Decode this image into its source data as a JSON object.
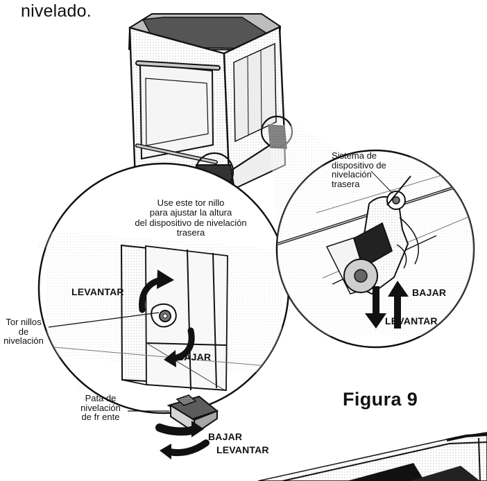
{
  "page": {
    "intro_text": "nivelado."
  },
  "diagram": {
    "figure_caption": "Figura 9",
    "rear_note": "Sistema de\ndispositivo de\nnivelación\ntrasera",
    "screw_note": "Use este tor  nillo\npara ajustar la altura\ndel dispositivo de nivelación\ntrasera",
    "screws_label": "Tor nillos de\nnivelación",
    "front_leg_label": "Pata de\nnivelación\nde fr ente",
    "labels": {
      "lift": "LEVANTAR",
      "lower": "BAJAR"
    },
    "icons": [
      "curved-arrow-up-icon",
      "curved-arrow-down-icon",
      "up-arrow-icon",
      "down-arrow-icon",
      "rotate-arrow-icon"
    ]
  },
  "colors": {
    "line": "#111111",
    "shade": "#cfcfcf",
    "dark_shade": "#505050",
    "paper": "#ffffff"
  }
}
